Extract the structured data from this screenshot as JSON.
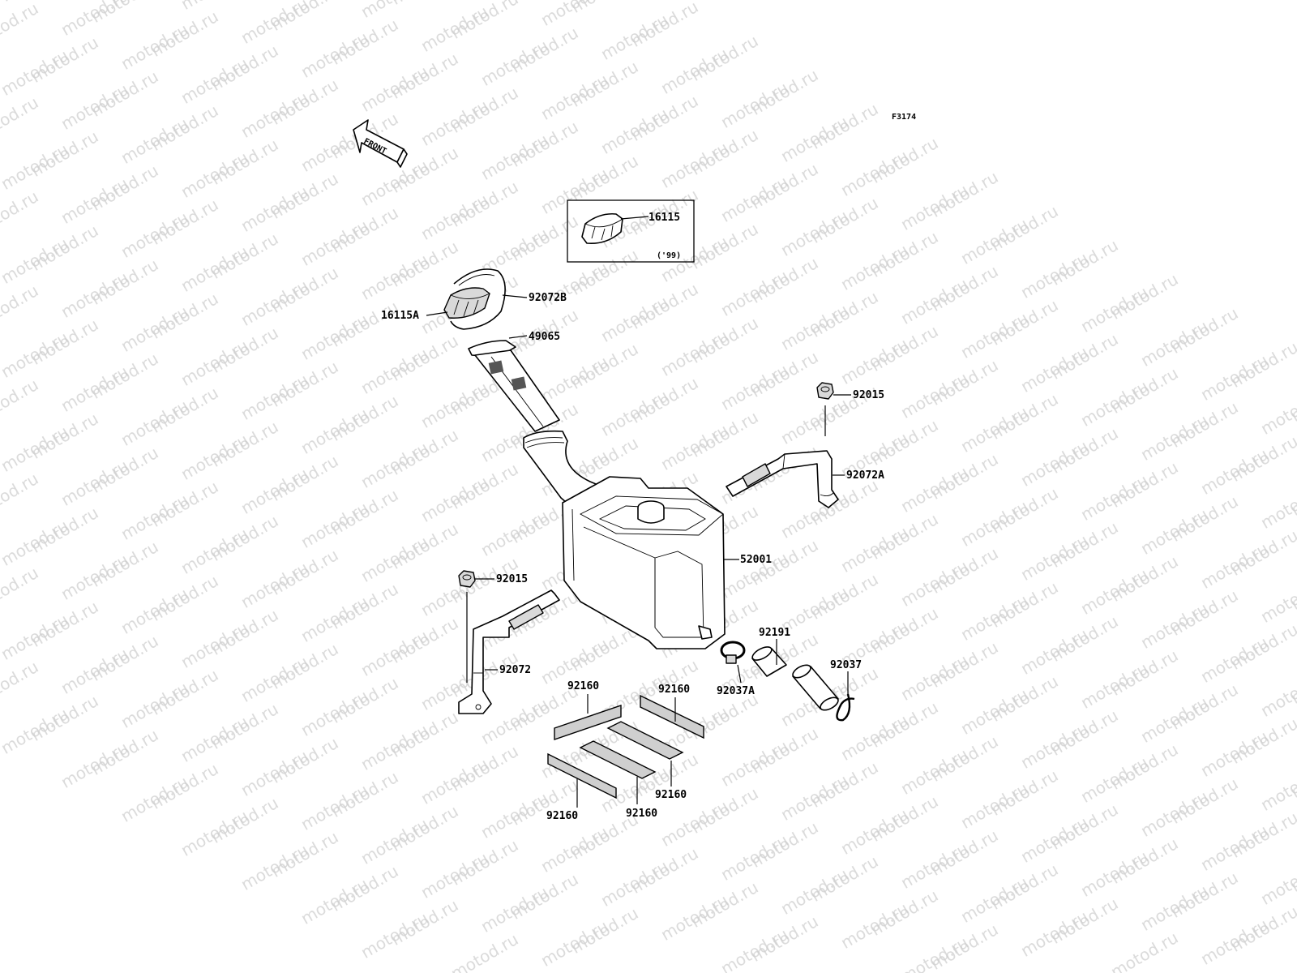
{
  "diagram_code": "F3174",
  "front_arrow_label": "FRONT",
  "watermark_text": "motod.ru",
  "inset": {
    "part_number": "16115",
    "note": "('99)"
  },
  "parts": {
    "cap": "16115A",
    "cap_gasket": "92072B",
    "filter": "49065",
    "nut_right": "92015",
    "band_right": "92072A",
    "tank": "52001",
    "nut_left": "92015",
    "band_left": "92072",
    "hose": "92191",
    "clamp_a": "92037A",
    "clamp": "92037",
    "pad_1": "92160",
    "pad_2": "92160",
    "pad_3": "92160",
    "pad_4": "92160",
    "pad_5": "92160"
  },
  "colors": {
    "line": "#000000",
    "watermark": "#cfcfcf",
    "fill_gray": "#d9d9d9"
  }
}
